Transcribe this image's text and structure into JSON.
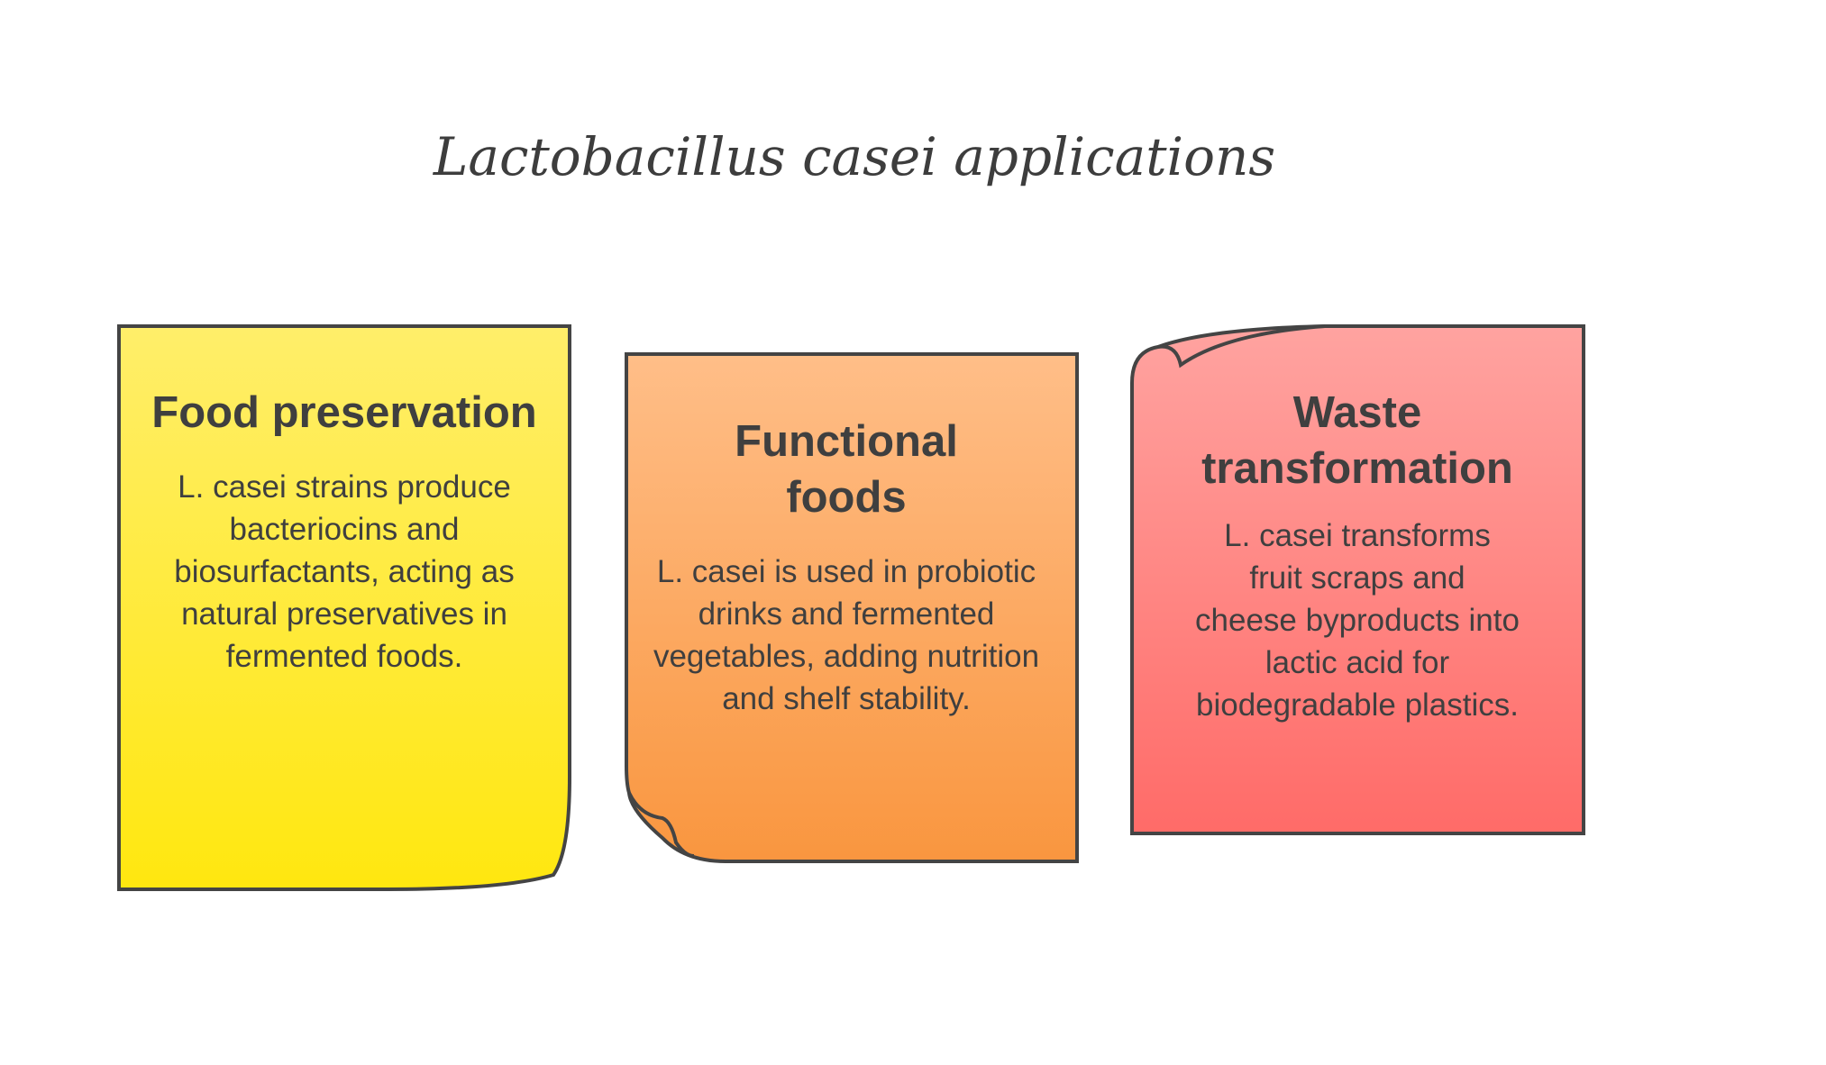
{
  "title": "Lactobacillus casei applications",
  "cards": [
    {
      "heading": "Food preservation",
      "body": "L. casei strains produce bacteriocins and biosurfactants, acting as natural preservatives in fermented foods.",
      "color_top": "#FFEE6A",
      "color_bottom": "#FFE70F"
    },
    {
      "heading": "Functional foods",
      "body": "L. casei is used in probiotic drinks and fermented vegetables, adding nutrition and shelf stability.",
      "color_top": "#FFBE88",
      "color_bottom": "#F9963F"
    },
    {
      "heading": "Waste transformation",
      "body": "L. casei transforms fruit scraps and cheese byproducts into lactic acid for biodegradable plastics.",
      "color_top": "#FFA3A0",
      "color_bottom": "#FF6B68"
    }
  ]
}
